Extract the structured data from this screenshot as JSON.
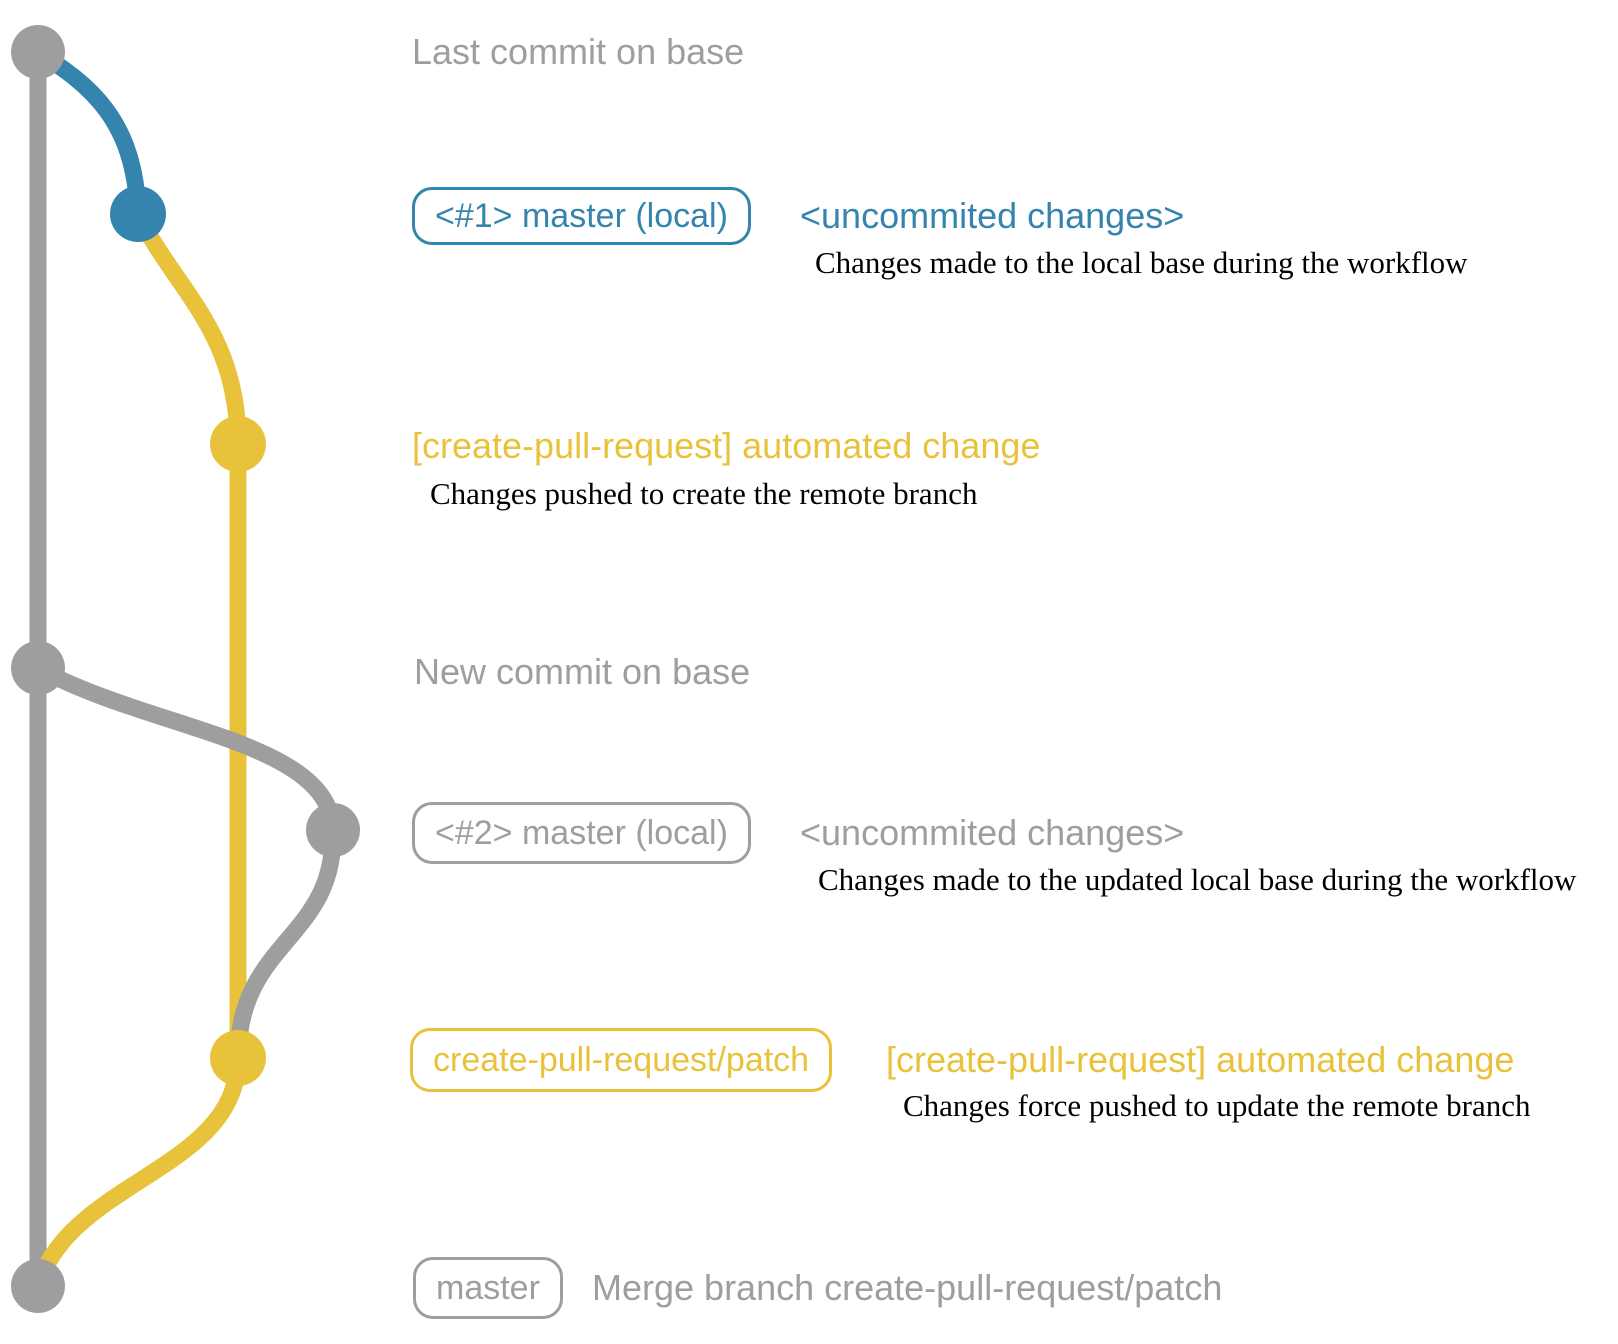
{
  "colors": {
    "gray": "#9e9e9e",
    "blue": "#3484ad",
    "yellow": "#e9c23c",
    "black": "#000000"
  },
  "rows": {
    "last_commit": {
      "label": "Last commit on base"
    },
    "local1": {
      "badge": "<#1> master (local)",
      "title": "<uncommited changes>",
      "desc": "Changes made to the local base during the workflow"
    },
    "remote1": {
      "title": "[create-pull-request] automated change",
      "desc": "Changes pushed to create the remote branch"
    },
    "new_commit": {
      "label": "New commit on base"
    },
    "local2": {
      "badge": "<#2> master (local)",
      "title": "<uncommited changes>",
      "desc": "Changes made to the updated local base during the workflow"
    },
    "remote2": {
      "badge": "create-pull-request/patch",
      "title": "[create-pull-request] automated change",
      "desc": "Changes force pushed to update the remote branch"
    },
    "merge": {
      "badge": "master",
      "title": "Merge branch create-pull-request/patch"
    }
  }
}
